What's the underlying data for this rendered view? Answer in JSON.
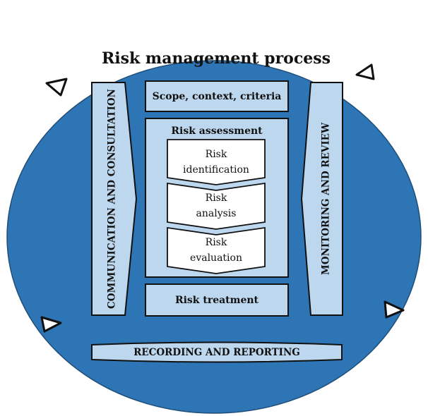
{
  "title": "Risk management process",
  "boxes": {
    "scope": "Scope, context, criteria",
    "assessment": "Risk assessment",
    "treatment": "Risk treatment",
    "communication": "COMMUNICATION AND CONSULTATION",
    "monitoring": "MONITORING AND REVIEW",
    "recording": "RECORDING AND REPORTING"
  },
  "steps": [
    {
      "line1": "Risk",
      "line2": "identification"
    },
    {
      "line1": "Risk",
      "line2": "analysis"
    },
    {
      "line1": "Risk",
      "line2": "evaluation"
    }
  ],
  "colors": {
    "circle": "#2e75b6",
    "box_fill": "#bdd7ee",
    "step_fill": "#ffffff",
    "outline": "#111111"
  }
}
